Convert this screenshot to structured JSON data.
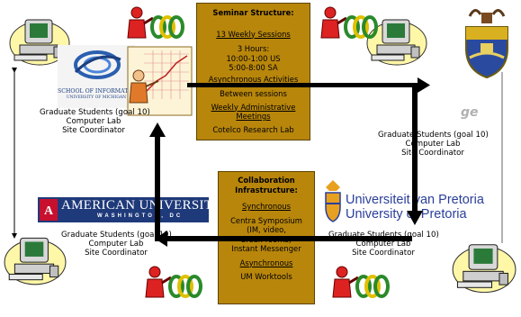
{
  "seminar": {
    "title": "Seminar Structure:",
    "sessions": "13 Weekly Sessions",
    "hours_label": "3 Hours:",
    "hours_us": "10:00-1:00 US",
    "hours_sa": "5:00-8:00 SA",
    "async_label": "Asynchronous Activities",
    "between": "Between sessions",
    "meetings_1": "Weekly Administrative",
    "meetings_2": "Meetings",
    "lab": "Cotelco Research Lab"
  },
  "collab": {
    "title_1": "Collaboration",
    "title_2": "Infrastructure:",
    "sync": "Synchronous",
    "centra": "Centra Symposium",
    "voice": "(IM, video,",
    "breakrooms": "break-rooms)",
    "im": "Instant Messenger",
    "async": "Asynchronous",
    "tools": "UM Worktools"
  },
  "sites": {
    "tl": [
      "Graduate Students (goal 10)",
      "Computer Lab",
      "Site Coordinator"
    ],
    "tr": [
      "Graduate Students (goal 10)",
      "Computer Lab",
      "Site Coordinator"
    ],
    "bl": [
      "Graduate Students (goal 10)",
      "Computer Lab",
      "Site Coordinator"
    ],
    "br": [
      "Graduate Students (goal 10)",
      "Computer Lab",
      "Site Coordinator"
    ]
  },
  "logos": {
    "michigan": "SCHOOL OF INFORMATION",
    "michigan_sub": "UNIVERSITY OF MICHIGAN",
    "american": "AMERICAN UNIVERSITY",
    "american_sub": "WASHINGTON, DC",
    "pretoria_1": "Universiteit van Pretoria",
    "pretoria_2": "University of Pretoria",
    "cape_fragment": "ge"
  },
  "colors": {
    "box": "#b8860b",
    "arrow": "#000000",
    "american": "#1f3a7a",
    "pretoria": "#2a3f9a"
  }
}
